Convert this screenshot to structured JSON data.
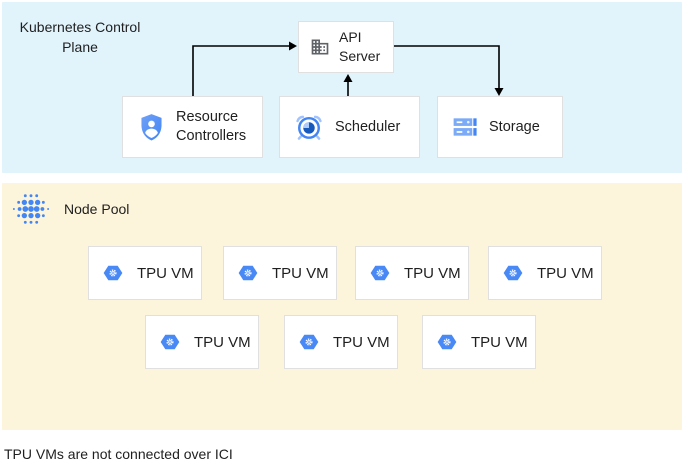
{
  "control_plane": {
    "label": "Kubernetes Control Plane",
    "api_server": {
      "label": "API Server",
      "icon": "building-icon"
    },
    "resource_controllers": {
      "label": "Resource Controllers",
      "icon": "shield-user-icon"
    },
    "scheduler": {
      "label": "Scheduler",
      "icon": "alarm-clock-icon"
    },
    "storage": {
      "label": "Storage",
      "icon": "storage-disks-icon"
    },
    "arrows": [
      {
        "from": "resource_controllers",
        "to": "api_server"
      },
      {
        "from": "scheduler",
        "to": "api_server"
      },
      {
        "from": "api_server",
        "to": "storage"
      }
    ]
  },
  "node_pool": {
    "label": "Node Pool",
    "icon": "dot-cluster-icon",
    "vms": [
      {
        "label": "TPU VM"
      },
      {
        "label": "TPU VM"
      },
      {
        "label": "TPU VM"
      },
      {
        "label": "TPU VM"
      },
      {
        "label": "TPU VM"
      },
      {
        "label": "TPU VM"
      },
      {
        "label": "TPU VM"
      }
    ]
  },
  "caption": "TPU VMs are not connected over ICI",
  "colors": {
    "control_plane_bg": "#E1F3FB",
    "node_pool_bg": "#FCF4DB",
    "box_bg": "#FFFFFF",
    "box_border": "#E0E0E0",
    "accent_blue": "#4285F4",
    "accent_blue_light": "#7BAAF7",
    "accent_blue_dark": "#185ABC",
    "icon_gray": "#5F6368",
    "arrow": "#000000",
    "text": "#1F1F1F"
  }
}
